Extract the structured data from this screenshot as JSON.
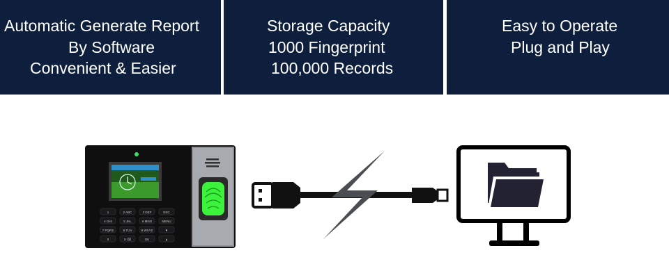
{
  "banner": {
    "panels": [
      {
        "lines": [
          "Automatic Generate Report",
          "By Software",
          "Convenient & Easier"
        ]
      },
      {
        "lines": [
          "Storage Capacity",
          "1000 Fingerprint",
          "100,000 Records"
        ]
      },
      {
        "lines": [
          "Easy to Operate",
          "Plug and Play"
        ]
      }
    ]
  },
  "device": {
    "keypad": [
      "1",
      "2 ABC",
      "3 DEF",
      "ESC",
      "4 GHI",
      "5 JKL",
      "6 MNO",
      "MENU",
      "7 PQRS",
      "8 TUV",
      "9 WXYZ",
      "▼",
      "0",
      "0 ⌫",
      "OK",
      "▲"
    ]
  },
  "icons": {
    "usb": "usb-plug-icon",
    "bolt": "lightning-bolt-icon",
    "monitor": "monitor-icon",
    "folder": "folder-icon"
  },
  "colors": {
    "banner_bg": "#0d1f3c",
    "banner_text": "#ffffff",
    "device_body": "#111111",
    "sensor_green": "#3cf23c",
    "icon_dark": "#1e1e2e"
  }
}
